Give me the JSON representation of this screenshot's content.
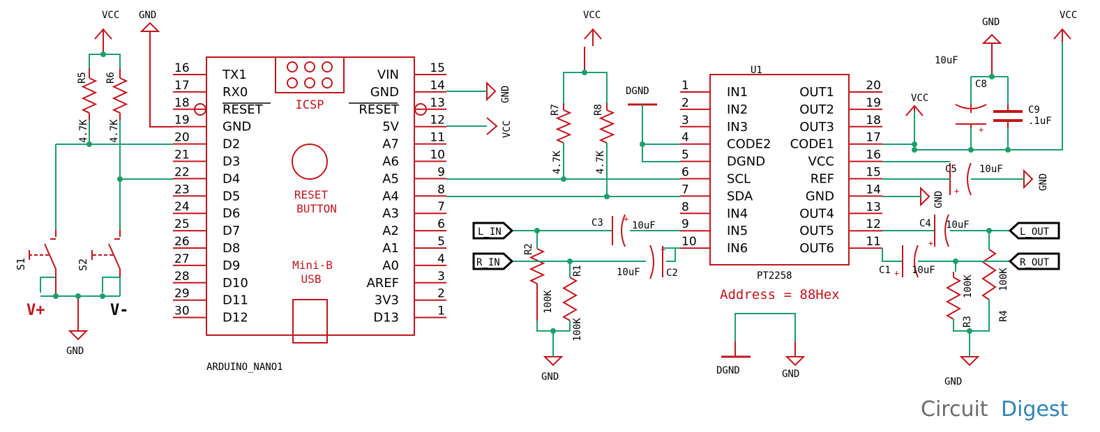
{
  "arduino": {
    "name": "ARDUINO_NANO1",
    "icsp": "ICSP",
    "reset_button": [
      "RESET",
      "BUTTON"
    ],
    "usb": [
      "Mini-B",
      "USB"
    ],
    "left_pins": [
      {
        "num": "16",
        "name": "TX1"
      },
      {
        "num": "17",
        "name": "RX0"
      },
      {
        "num": "18",
        "name": "RESET"
      },
      {
        "num": "19",
        "name": "GND"
      },
      {
        "num": "20",
        "name": "D2"
      },
      {
        "num": "21",
        "name": "D3"
      },
      {
        "num": "22",
        "name": "D4"
      },
      {
        "num": "23",
        "name": "D5"
      },
      {
        "num": "24",
        "name": "D6"
      },
      {
        "num": "25",
        "name": "D7"
      },
      {
        "num": "26",
        "name": "D8"
      },
      {
        "num": "27",
        "name": "D9"
      },
      {
        "num": "28",
        "name": "D10"
      },
      {
        "num": "29",
        "name": "D11"
      },
      {
        "num": "30",
        "name": "D12"
      }
    ],
    "right_pins": [
      {
        "num": "15",
        "name": "VIN"
      },
      {
        "num": "14",
        "name": "GND"
      },
      {
        "num": "13",
        "name": "RESET"
      },
      {
        "num": "12",
        "name": "5V"
      },
      {
        "num": "11",
        "name": "A7"
      },
      {
        "num": "10",
        "name": "A6"
      },
      {
        "num": "9",
        "name": "A5"
      },
      {
        "num": "8",
        "name": "A4"
      },
      {
        "num": "7",
        "name": "A3"
      },
      {
        "num": "6",
        "name": "A2"
      },
      {
        "num": "5",
        "name": "A1"
      },
      {
        "num": "4",
        "name": "A0"
      },
      {
        "num": "3",
        "name": "AREF"
      },
      {
        "num": "2",
        "name": "3V3"
      },
      {
        "num": "1",
        "name": "D13"
      }
    ]
  },
  "pt2258": {
    "ref": "U1",
    "name": "PT2258",
    "address": "Address = 88Hex",
    "left_pins": [
      {
        "num": "1",
        "name": "IN1"
      },
      {
        "num": "2",
        "name": "IN2"
      },
      {
        "num": "3",
        "name": "IN3"
      },
      {
        "num": "4",
        "name": "CODE2"
      },
      {
        "num": "5",
        "name": "DGND"
      },
      {
        "num": "6",
        "name": "SCL"
      },
      {
        "num": "7",
        "name": "SDA"
      },
      {
        "num": "8",
        "name": "IN4"
      },
      {
        "num": "9",
        "name": "IN5"
      },
      {
        "num": "10",
        "name": "IN6"
      }
    ],
    "right_pins": [
      {
        "num": "20",
        "name": "OUT1"
      },
      {
        "num": "19",
        "name": "OUT2"
      },
      {
        "num": "18",
        "name": "OUT3"
      },
      {
        "num": "17",
        "name": "CODE1"
      },
      {
        "num": "16",
        "name": "VCC"
      },
      {
        "num": "15",
        "name": "REF"
      },
      {
        "num": "14",
        "name": "GND"
      },
      {
        "num": "13",
        "name": "OUT4"
      },
      {
        "num": "12",
        "name": "OUT5"
      },
      {
        "num": "11",
        "name": "OUT6"
      }
    ]
  },
  "labels": {
    "vcc": "VCC",
    "gnd": "GND",
    "dgnd": "DGND",
    "r5": "R5",
    "r6": "R6",
    "r7": "R7",
    "r8": "R8",
    "r1": "R1",
    "r2": "R2",
    "r3": "R3",
    "r4": "R4",
    "k47": "4.7K",
    "k100": "100K",
    "s1": "S1",
    "s2": "S2",
    "vplus": "V+",
    "vminus": "V-",
    "c1": "C1",
    "c2": "C2",
    "c3": "C3",
    "c4": "C4",
    "c5": "C5",
    "c8": "C8",
    "c9": "C9",
    "u10": "10uF",
    "u01": ".1uF",
    "l_in": "L_IN",
    "r_in": "R_IN",
    "l_out": "L_OUT",
    "r_out": "R_OUT"
  },
  "brand": {
    "part1": "Circuit",
    "part2": "Digest"
  }
}
